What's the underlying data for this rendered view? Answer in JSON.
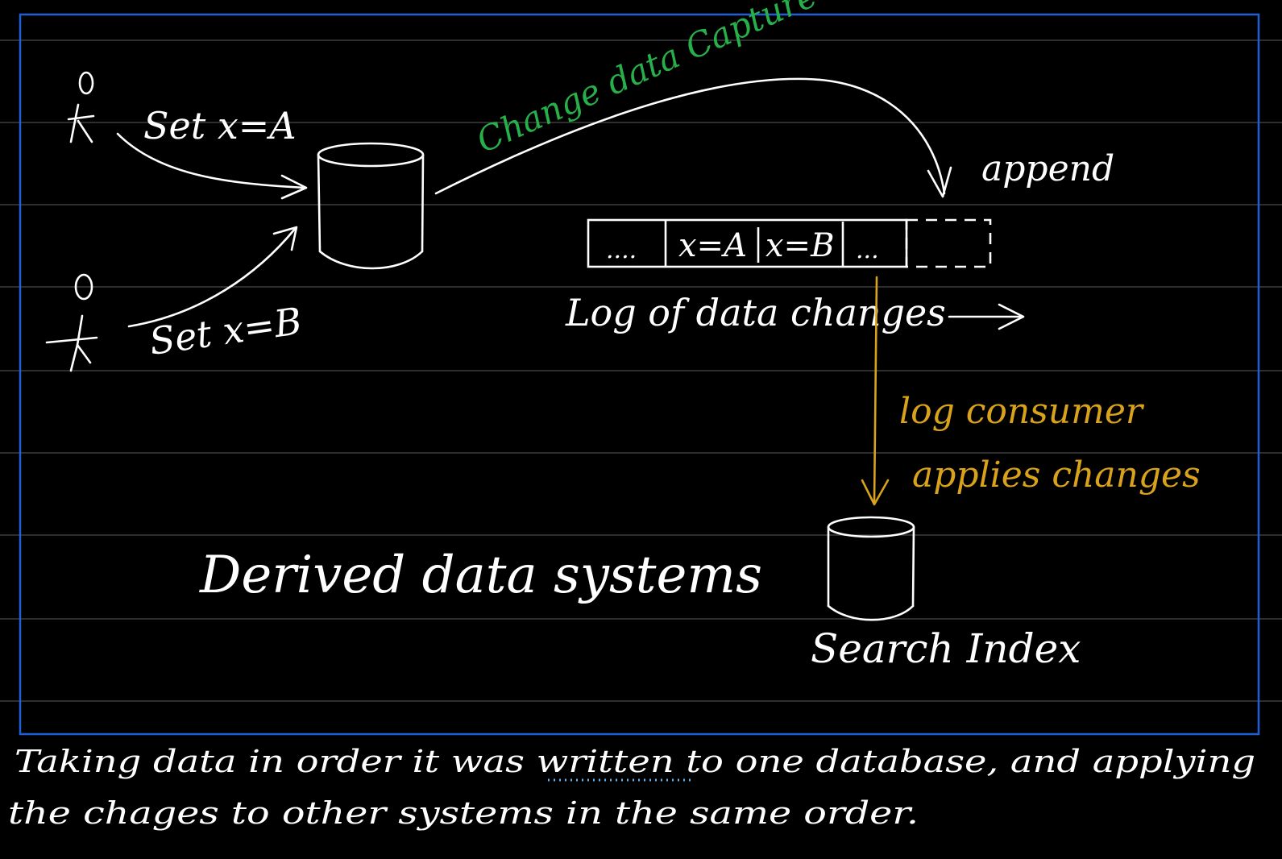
{
  "diagram": {
    "title": "Derived data systems",
    "writes": {
      "top_label": "Set x=A",
      "bottom_label": "Set x=B"
    },
    "cdc_label": "Change data Capture",
    "append_label": "append",
    "log": {
      "cells": [
        "....",
        "x=A",
        "x=B",
        "..."
      ],
      "caption": "Log of data changes"
    },
    "consumer": {
      "line1": "log consumer",
      "line2": "applies changes"
    },
    "search_index_label": "Search Index"
  },
  "note": {
    "line1": "Taking data in order it was written to one database, and applying",
    "line2": "the chages to other systems in the same order."
  },
  "colors": {
    "background": "#000000",
    "frame": "#1f5fd6",
    "rule": "#4a4a4a",
    "ink": "#ffffff",
    "cdc": "#27b04a",
    "consumer": "#d9a21b",
    "highlight": "#5ab4f0"
  }
}
